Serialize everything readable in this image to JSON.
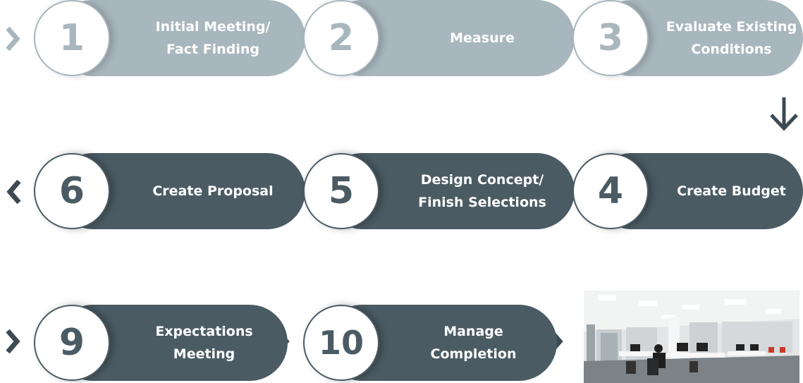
{
  "steps": [
    {
      "number": "1",
      "label": "Initial Meeting/\nFact Finding"
    },
    {
      "number": "2",
      "label": "Measure"
    },
    {
      "number": "3",
      "label": "Evaluate Existing\nConditions"
    },
    {
      "number": "4",
      "label": "Create Budget"
    },
    {
      "number": "5",
      "label": "Design Concept/\nFinish Selections"
    },
    {
      "number": "6",
      "label": "Create Proposal"
    },
    {
      "number": "9",
      "label": "Expectations\nMeeting"
    },
    {
      "number": "10",
      "label": "Manage\nCompletion"
    }
  ],
  "colors": {
    "light": "#a8b6bd",
    "dark": "#4b5b64"
  },
  "icons": {
    "arrow_right": "chevron-right-icon",
    "arrow_left": "chevron-left-icon",
    "arrow_down": "arrow-down-icon",
    "photo": "office-photo"
  }
}
